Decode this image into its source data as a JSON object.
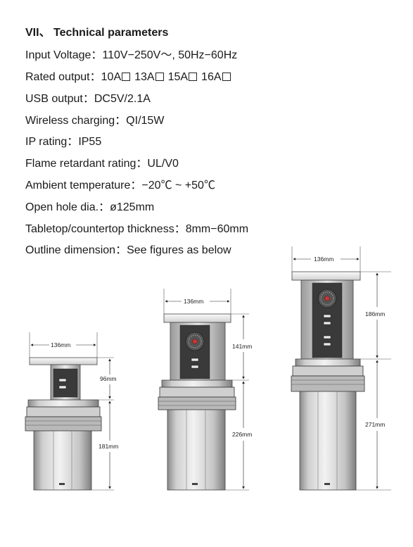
{
  "section_title": "VII、 Technical parameters",
  "parameters": [
    {
      "label": "Input Voltage：",
      "value": "110V−250V～, 50Hz−60Hz"
    },
    {
      "label": "Rated output：",
      "options": [
        "10A",
        "13A",
        "15A",
        "16A"
      ]
    },
    {
      "label": "USB output：",
      "value": "DC5V/2.1A"
    },
    {
      "label": "Wireless charging：",
      "value": "QI/15W"
    },
    {
      "label": "IP rating：",
      "value": "IP55"
    },
    {
      "label": "Flame retardant rating：",
      "value": "UL/V0"
    },
    {
      "label": "Ambient temperature：",
      "value": "−20℃ ~ +50℃"
    },
    {
      "label": "Open hole dia.：",
      "value": "ø125mm"
    },
    {
      "label": "Tabletop/countertop thickness：",
      "value": "8mm−60mm"
    },
    {
      "label": "Outline dimension：",
      "value": "See figures as below"
    }
  ],
  "figures": {
    "small": {
      "width_label": "136mm",
      "top_label": "96mm",
      "bottom_label": "181mm"
    },
    "medium": {
      "width_label": "136mm",
      "top_label": "141mm",
      "bottom_label": "226mm"
    },
    "large": {
      "width_label": "136mm",
      "top_label": "186mm",
      "bottom_label": "271mm"
    }
  }
}
